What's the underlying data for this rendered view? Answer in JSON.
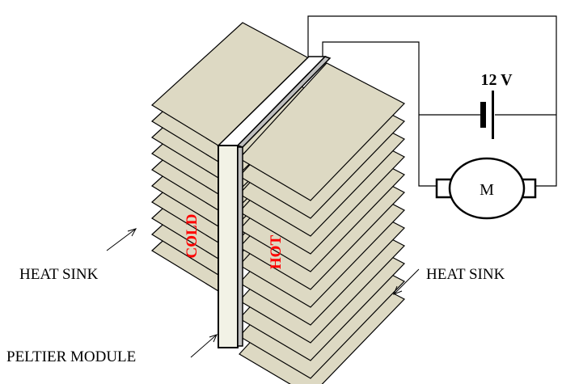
{
  "labels": {
    "heat_sink_left": "HEAT SINK",
    "heat_sink_right": "HEAT SINK",
    "peltier_module": "PELTIER MODULE",
    "cold_side": "COLD",
    "hot_side": "HOT",
    "battery_voltage": "12 V",
    "motor_symbol": "M"
  },
  "colors": {
    "fin_fill": "#ddd9c3",
    "module_front": "#f2f2e6",
    "module_top": "#ffffff",
    "module_side": "#bfbfbf",
    "stroke": "#000000",
    "side_label": "#ff0000"
  },
  "fins": {
    "left_count": 10,
    "right_count": 12
  }
}
